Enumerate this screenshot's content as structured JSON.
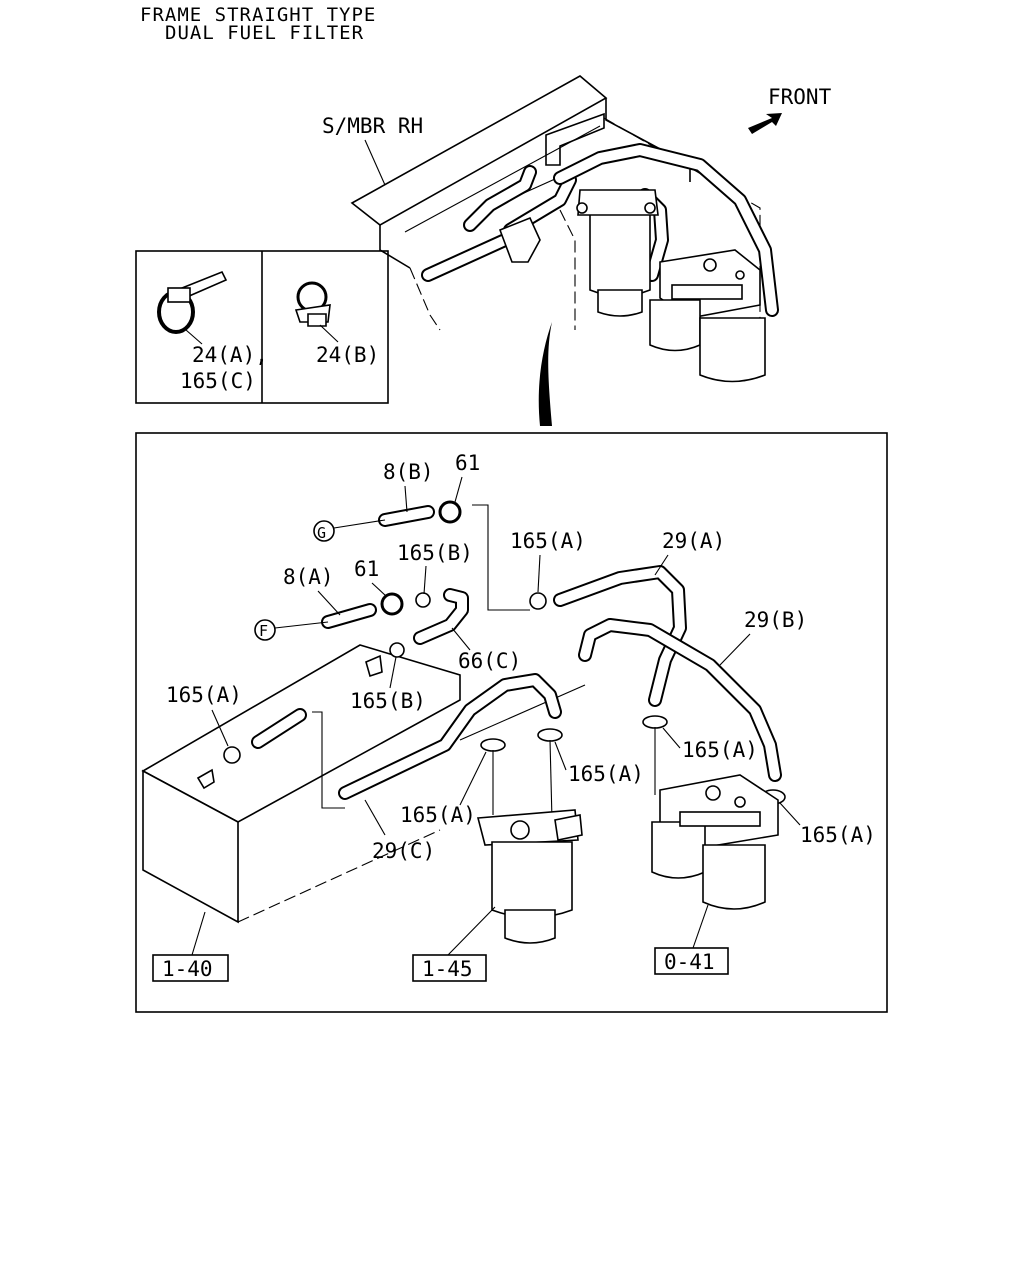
{
  "title": {
    "line1": "FRAME STRAIGHT TYPE",
    "line2": "DUAL FUEL FILTER"
  },
  "overview": {
    "member_label": "S/MBR RH",
    "front_label": "FRONT"
  },
  "inset": {
    "left_label_line1": "24(A),",
    "left_label_line2": "165(C)",
    "right_label": "24(B)"
  },
  "callouts": {
    "hose_8b": "8(B)",
    "clip_61_top": "61",
    "connector_g": "G",
    "clamp_165b_top": "165(B)",
    "hose_8a": "8(A)",
    "clip_61_mid": "61",
    "connector_f": "F",
    "clamp_165a_top": "165(A)",
    "hose_29a": "29(A)",
    "hose_29b": "29(B)",
    "hose_66c": "66(C)",
    "clamp_165b_low": "165(B)",
    "clamp_165a_tank": "165(A)",
    "clamp_165a_right1": "165(A)",
    "clamp_165a_mid": "165(A)",
    "clamp_165a_filter": "165(A)",
    "clamp_165a_right2": "165(A)",
    "hose_29c": "29(C)"
  },
  "references": {
    "tank": "1-40",
    "primary_filter": "1-45",
    "dual_filter": "0-41"
  }
}
